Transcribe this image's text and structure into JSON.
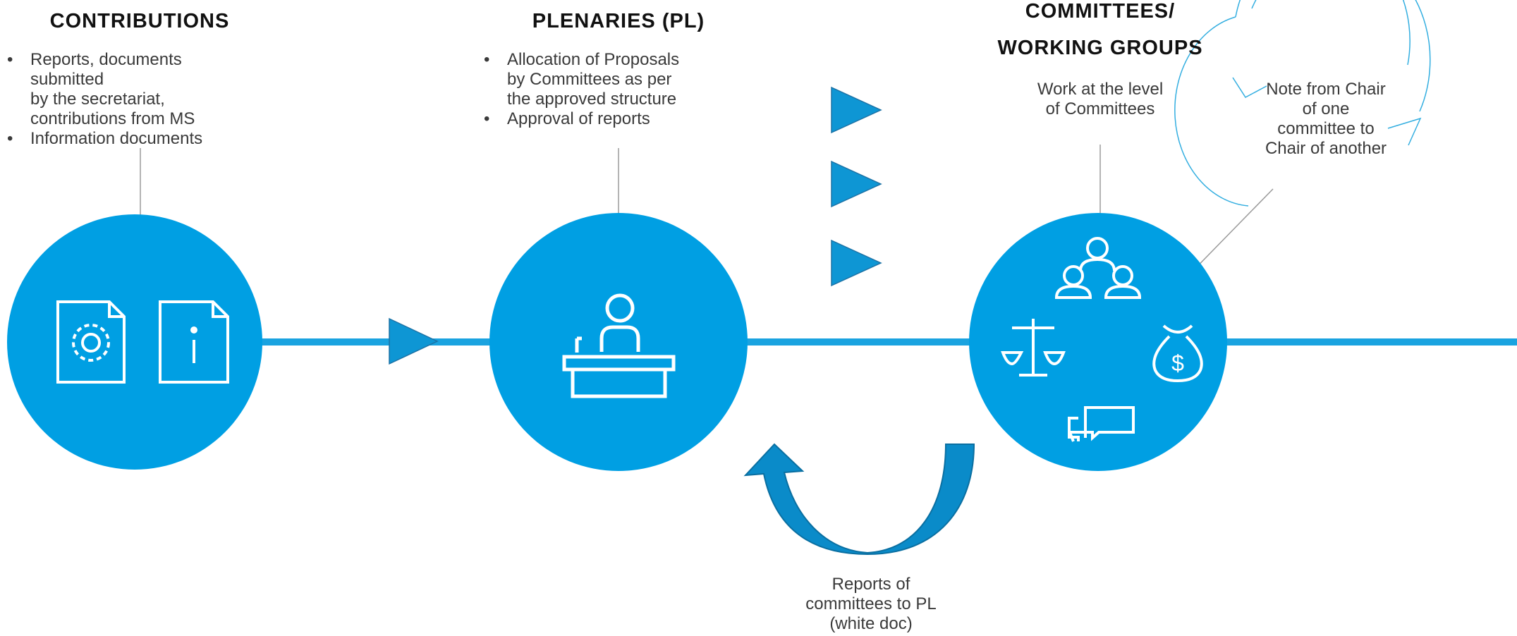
{
  "colors": {
    "circle": "#009fe3",
    "line": "#1aa3e0",
    "arrow": "#0e96d4",
    "arrow_outline": "#1d72a5",
    "curved_arrow": "#0a8bc9",
    "curved_arrow_dark": "#0a6fa1",
    "text": "#3a3a3a",
    "heading": "#111111",
    "icon": "#ffffff"
  },
  "contributions": {
    "title": "CONTRIBUTIONS",
    "bullets": [
      "Reports, documents\nsubmitted\nby the secretariat,\ncontributions from MS",
      "Information documents"
    ],
    "icons": [
      "settings-document-icon",
      "info-document-icon"
    ]
  },
  "plenaries": {
    "title": "PLENARIES (PL)",
    "bullets": [
      "Allocation of Proposals\nby Committees as per\nthe approved structure",
      "Approval of  reports"
    ],
    "icons": [
      "speaker-podium-icon"
    ]
  },
  "committees": {
    "title_line1": "COMMITTEES/",
    "title_line2": "WORKING GROUPS",
    "description": "Work at the level\nof Committees",
    "icons": [
      "team-meeting-icon",
      "scales-icon",
      "money-bag-icon",
      "chat-bubbles-icon"
    ]
  },
  "note": {
    "text": "Note from Chair\nof one\ncommittee to\nChair of another"
  },
  "return_arrow": {
    "text": "Reports of\ncommittees to PL\n(white doc)"
  }
}
